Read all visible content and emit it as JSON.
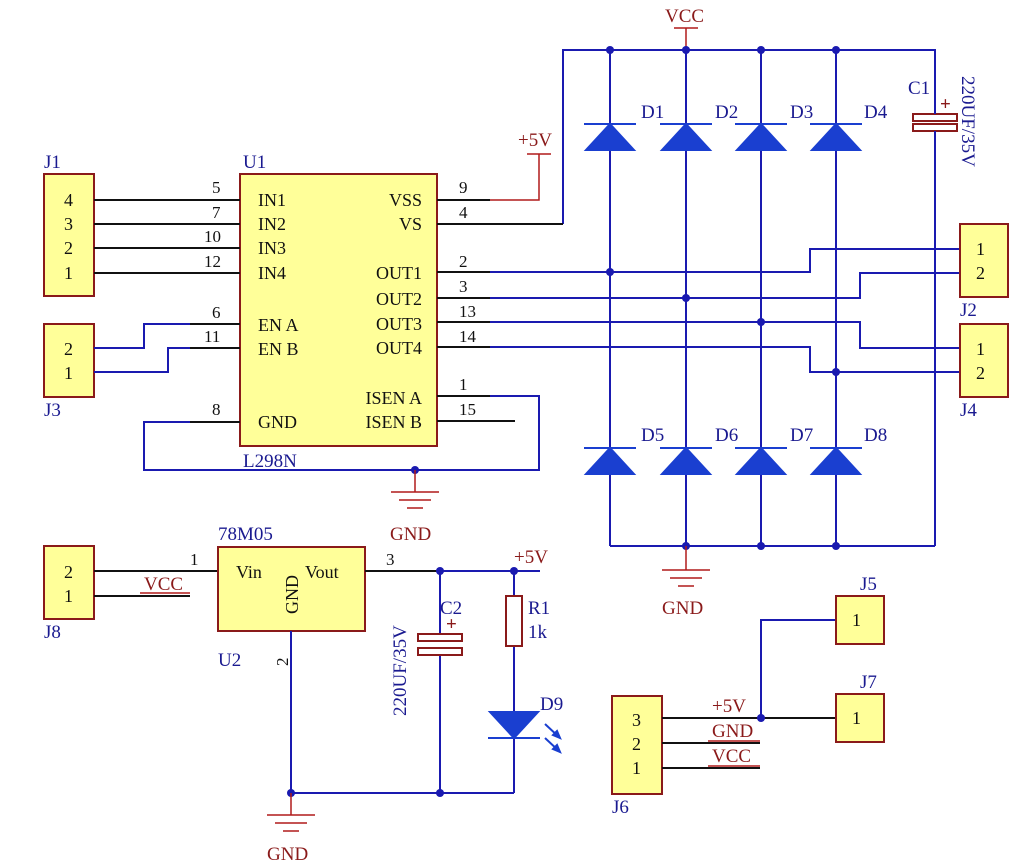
{
  "u1": {
    "ref": "U1",
    "part": "L298N",
    "inputs": [
      {
        "name": "IN1",
        "pin": "5"
      },
      {
        "name": "IN2",
        "pin": "7"
      },
      {
        "name": "IN3",
        "pin": "10"
      },
      {
        "name": "IN4",
        "pin": "12"
      }
    ],
    "enables": [
      {
        "name": "EN A",
        "pin": "6"
      },
      {
        "name": "EN B",
        "pin": "11"
      }
    ],
    "gnd": {
      "name": "GND",
      "pin": "8"
    },
    "supply": [
      {
        "name": "VSS",
        "pin": "9"
      },
      {
        "name": "VS",
        "pin": "4"
      }
    ],
    "outputs": [
      {
        "name": "OUT1",
        "pin": "2"
      },
      {
        "name": "OUT2",
        "pin": "3"
      },
      {
        "name": "OUT3",
        "pin": "13"
      },
      {
        "name": "OUT4",
        "pin": "14"
      }
    ],
    "isense": [
      {
        "name": "ISEN A",
        "pin": "1"
      },
      {
        "name": "ISEN B",
        "pin": "15"
      }
    ]
  },
  "j1": {
    "ref": "J1",
    "pins": [
      "4",
      "3",
      "2",
      "1"
    ]
  },
  "j3": {
    "ref": "J3",
    "pins": [
      "2",
      "1"
    ]
  },
  "j2": {
    "ref": "J2",
    "pins": [
      "1",
      "2"
    ]
  },
  "j4": {
    "ref": "J4",
    "pins": [
      "1",
      "2"
    ]
  },
  "j8": {
    "ref": "J8",
    "pins": [
      "2",
      "1"
    ]
  },
  "j6": {
    "ref": "J6",
    "pins": [
      "3",
      "2",
      "1"
    ]
  },
  "j5": {
    "ref": "J5",
    "pin": "1"
  },
  "j7": {
    "ref": "J7",
    "pin": "1"
  },
  "diodes_top": [
    "D1",
    "D2",
    "D3",
    "D4"
  ],
  "diodes_bottom": [
    "D5",
    "D6",
    "D7",
    "D8"
  ],
  "c1": {
    "ref": "C1",
    "value": "220UF/35V"
  },
  "c2": {
    "ref": "C2",
    "value": "220UF/35V"
  },
  "r1": {
    "ref": "R1",
    "value": "1k"
  },
  "d9": {
    "ref": "D9"
  },
  "u2": {
    "ref": "U2",
    "part": "78M05",
    "vin": "Vin",
    "vout": "Vout",
    "gnd": "GND",
    "pin_in": "1",
    "pin_out": "3",
    "pin_gnd": "2"
  },
  "nets": {
    "vcc": "VCC",
    "gnd": "GND",
    "plus5v": "+5V",
    "plus": "+"
  }
}
